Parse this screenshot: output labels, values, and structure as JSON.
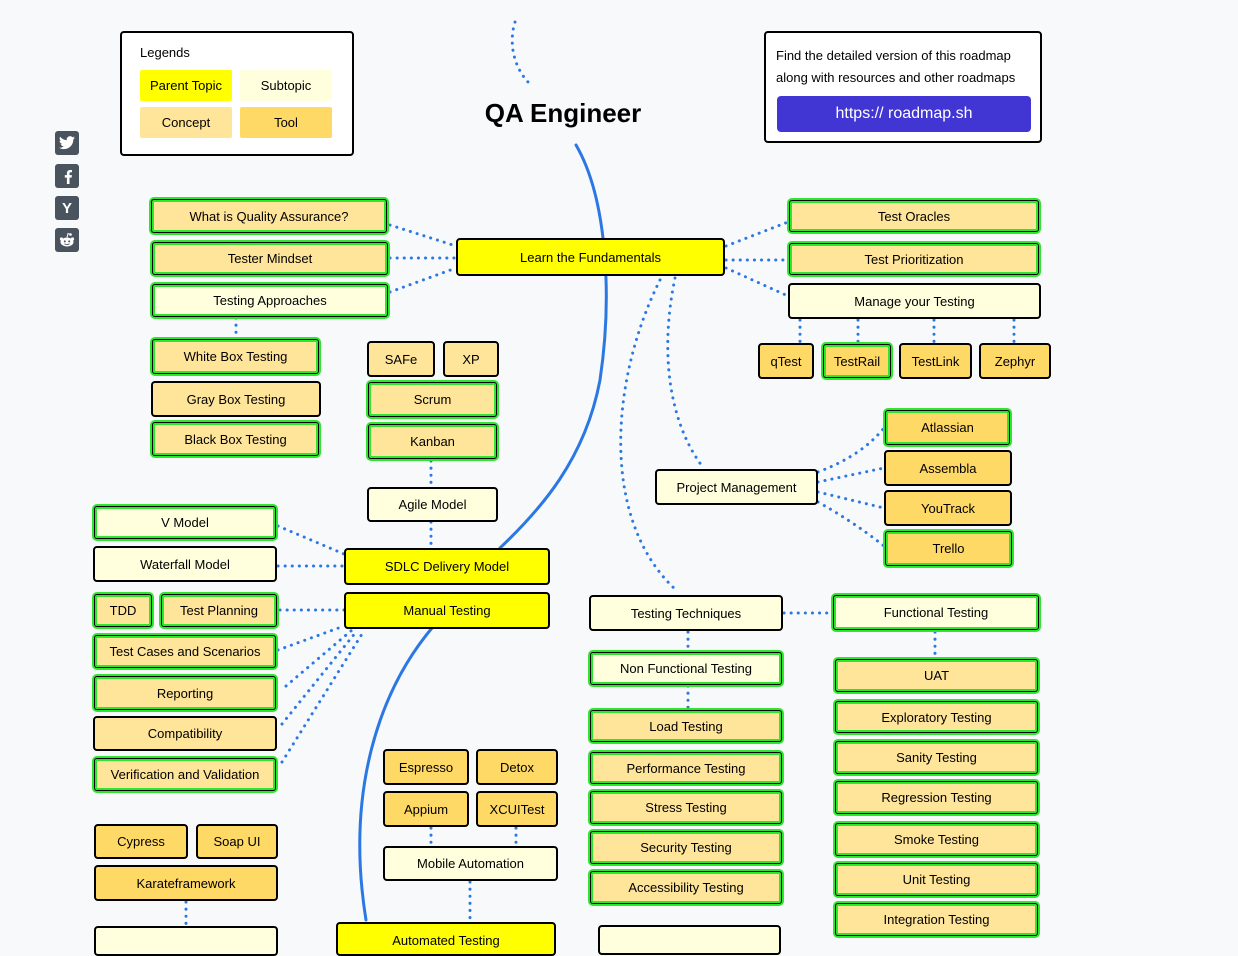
{
  "title": "QA Engineer",
  "legend": {
    "heading": "Legends",
    "items": [
      "Parent Topic",
      "Subtopic",
      "Concept",
      "Tool"
    ],
    "colors": {
      "parent": "#ffff00",
      "subtopic": "#ffffdd",
      "concept": "#ffe599",
      "tool": "#ffd966"
    }
  },
  "info": {
    "text": "Find the detailed version of this roadmap along with resources and other roadmaps",
    "link_label": "https:// roadmap.sh",
    "accent": "#4136d4"
  },
  "social": [
    "twitter-icon",
    "facebook-icon",
    "hackernews-icon",
    "reddit-icon"
  ],
  "social_glyphs": {
    "hackernews-icon": "Y"
  },
  "colors": {
    "line_blue": "#2b78e4",
    "done_green": "#2ee62e"
  },
  "nodes": [
    {
      "id": "what-is-qa",
      "label": "What is Quality Assurance?",
      "kind": "concept",
      "done": true
    },
    {
      "id": "tester-mindset",
      "label": "Tester Mindset",
      "kind": "concept",
      "done": true
    },
    {
      "id": "testing-approaches",
      "label": "Testing Approaches",
      "kind": "subtopic",
      "done": true
    },
    {
      "id": "white-box",
      "label": "White Box Testing",
      "kind": "concept",
      "done": true
    },
    {
      "id": "gray-box",
      "label": "Gray Box Testing",
      "kind": "concept",
      "done": false
    },
    {
      "id": "black-box",
      "label": "Black Box Testing",
      "kind": "concept",
      "done": true
    },
    {
      "id": "learn-fundamentals",
      "label": "Learn the Fundamentals",
      "kind": "parent",
      "done": false
    },
    {
      "id": "test-oracles",
      "label": "Test Oracles",
      "kind": "concept",
      "done": true
    },
    {
      "id": "test-prioritization",
      "label": "Test Prioritization",
      "kind": "concept",
      "done": true
    },
    {
      "id": "manage-testing",
      "label": "Manage your Testing",
      "kind": "subtopic",
      "done": false
    },
    {
      "id": "qtest",
      "label": "qTest",
      "kind": "tool",
      "done": false
    },
    {
      "id": "testrail",
      "label": "TestRail",
      "kind": "tool",
      "done": true
    },
    {
      "id": "testlink",
      "label": "TestLink",
      "kind": "tool",
      "done": false
    },
    {
      "id": "zephyr",
      "label": "Zephyr",
      "kind": "tool",
      "done": false
    },
    {
      "id": "safe",
      "label": "SAFe",
      "kind": "concept",
      "done": false
    },
    {
      "id": "xp",
      "label": "XP",
      "kind": "concept",
      "done": false
    },
    {
      "id": "scrum",
      "label": "Scrum",
      "kind": "concept",
      "done": true
    },
    {
      "id": "kanban",
      "label": "Kanban",
      "kind": "concept",
      "done": true
    },
    {
      "id": "agile-model",
      "label": "Agile Model",
      "kind": "subtopic",
      "done": false
    },
    {
      "id": "atlassian",
      "label": "Atlassian",
      "kind": "tool",
      "done": true
    },
    {
      "id": "assembla",
      "label": "Assembla",
      "kind": "tool",
      "done": false
    },
    {
      "id": "youtrack",
      "label": "YouTrack",
      "kind": "tool",
      "done": false
    },
    {
      "id": "trello",
      "label": "Trello",
      "kind": "tool",
      "done": true
    },
    {
      "id": "project-management",
      "label": "Project Management",
      "kind": "subtopic",
      "done": false
    },
    {
      "id": "v-model",
      "label": "V Model",
      "kind": "subtopic",
      "done": true
    },
    {
      "id": "waterfall-model",
      "label": "Waterfall Model",
      "kind": "subtopic",
      "done": false
    },
    {
      "id": "sdlc-delivery",
      "label": "SDLC Delivery Model",
      "kind": "parent",
      "done": false
    },
    {
      "id": "tdd",
      "label": "TDD",
      "kind": "concept",
      "done": true
    },
    {
      "id": "test-planning",
      "label": "Test Planning",
      "kind": "concept",
      "done": true
    },
    {
      "id": "manual-testing",
      "label": "Manual Testing",
      "kind": "parent",
      "done": false
    },
    {
      "id": "test-cases",
      "label": "Test Cases and Scenarios",
      "kind": "concept",
      "done": true
    },
    {
      "id": "reporting",
      "label": "Reporting",
      "kind": "concept",
      "done": true
    },
    {
      "id": "compatibility",
      "label": "Compatibility",
      "kind": "concept",
      "done": false
    },
    {
      "id": "verification-validation",
      "label": "Verification and Validation",
      "kind": "concept",
      "done": true
    },
    {
      "id": "testing-techniques",
      "label": "Testing Techniques",
      "kind": "subtopic",
      "done": false
    },
    {
      "id": "functional-testing",
      "label": "Functional Testing",
      "kind": "subtopic",
      "done": true
    },
    {
      "id": "non-functional-testing",
      "label": "Non Functional Testing",
      "kind": "subtopic",
      "done": true
    },
    {
      "id": "load-testing",
      "label": "Load Testing",
      "kind": "concept",
      "done": true
    },
    {
      "id": "performance-testing",
      "label": "Performance Testing",
      "kind": "concept",
      "done": true
    },
    {
      "id": "stress-testing",
      "label": "Stress Testing",
      "kind": "concept",
      "done": true
    },
    {
      "id": "security-testing",
      "label": "Security Testing",
      "kind": "concept",
      "done": true
    },
    {
      "id": "accessibility-testing",
      "label": "Accessibility Testing",
      "kind": "concept",
      "done": true
    },
    {
      "id": "uat",
      "label": "UAT",
      "kind": "concept",
      "done": true
    },
    {
      "id": "exploratory-testing",
      "label": "Exploratory Testing",
      "kind": "concept",
      "done": true
    },
    {
      "id": "sanity-testing",
      "label": "Sanity Testing",
      "kind": "concept",
      "done": true
    },
    {
      "id": "regression-testing",
      "label": "Regression Testing",
      "kind": "concept",
      "done": true
    },
    {
      "id": "smoke-testing",
      "label": "Smoke Testing",
      "kind": "concept",
      "done": true
    },
    {
      "id": "unit-testing",
      "label": "Unit Testing",
      "kind": "concept",
      "done": true
    },
    {
      "id": "integration-testing",
      "label": "Integration Testing",
      "kind": "concept",
      "done": true
    },
    {
      "id": "espresso",
      "label": "Espresso",
      "kind": "tool",
      "done": false
    },
    {
      "id": "detox",
      "label": "Detox",
      "kind": "tool",
      "done": false
    },
    {
      "id": "appium",
      "label": "Appium",
      "kind": "tool",
      "done": false
    },
    {
      "id": "xcuitest",
      "label": "XCUITest",
      "kind": "tool",
      "done": false
    },
    {
      "id": "mobile-automation",
      "label": "Mobile Automation",
      "kind": "subtopic",
      "done": false
    },
    {
      "id": "cypress",
      "label": "Cypress",
      "kind": "tool",
      "done": false
    },
    {
      "id": "soap-ui",
      "label": "Soap UI",
      "kind": "tool",
      "done": false
    },
    {
      "id": "karateframework",
      "label": "Karateframework",
      "kind": "tool",
      "done": false
    },
    {
      "id": "automated-testing",
      "label": "Automated Testing",
      "kind": "parent",
      "done": false
    },
    {
      "id": "partial-subtopic-left",
      "label": "",
      "kind": "subtopic",
      "done": false
    },
    {
      "id": "partial-subtopic-mid",
      "label": "",
      "kind": "subtopic",
      "done": false
    }
  ]
}
